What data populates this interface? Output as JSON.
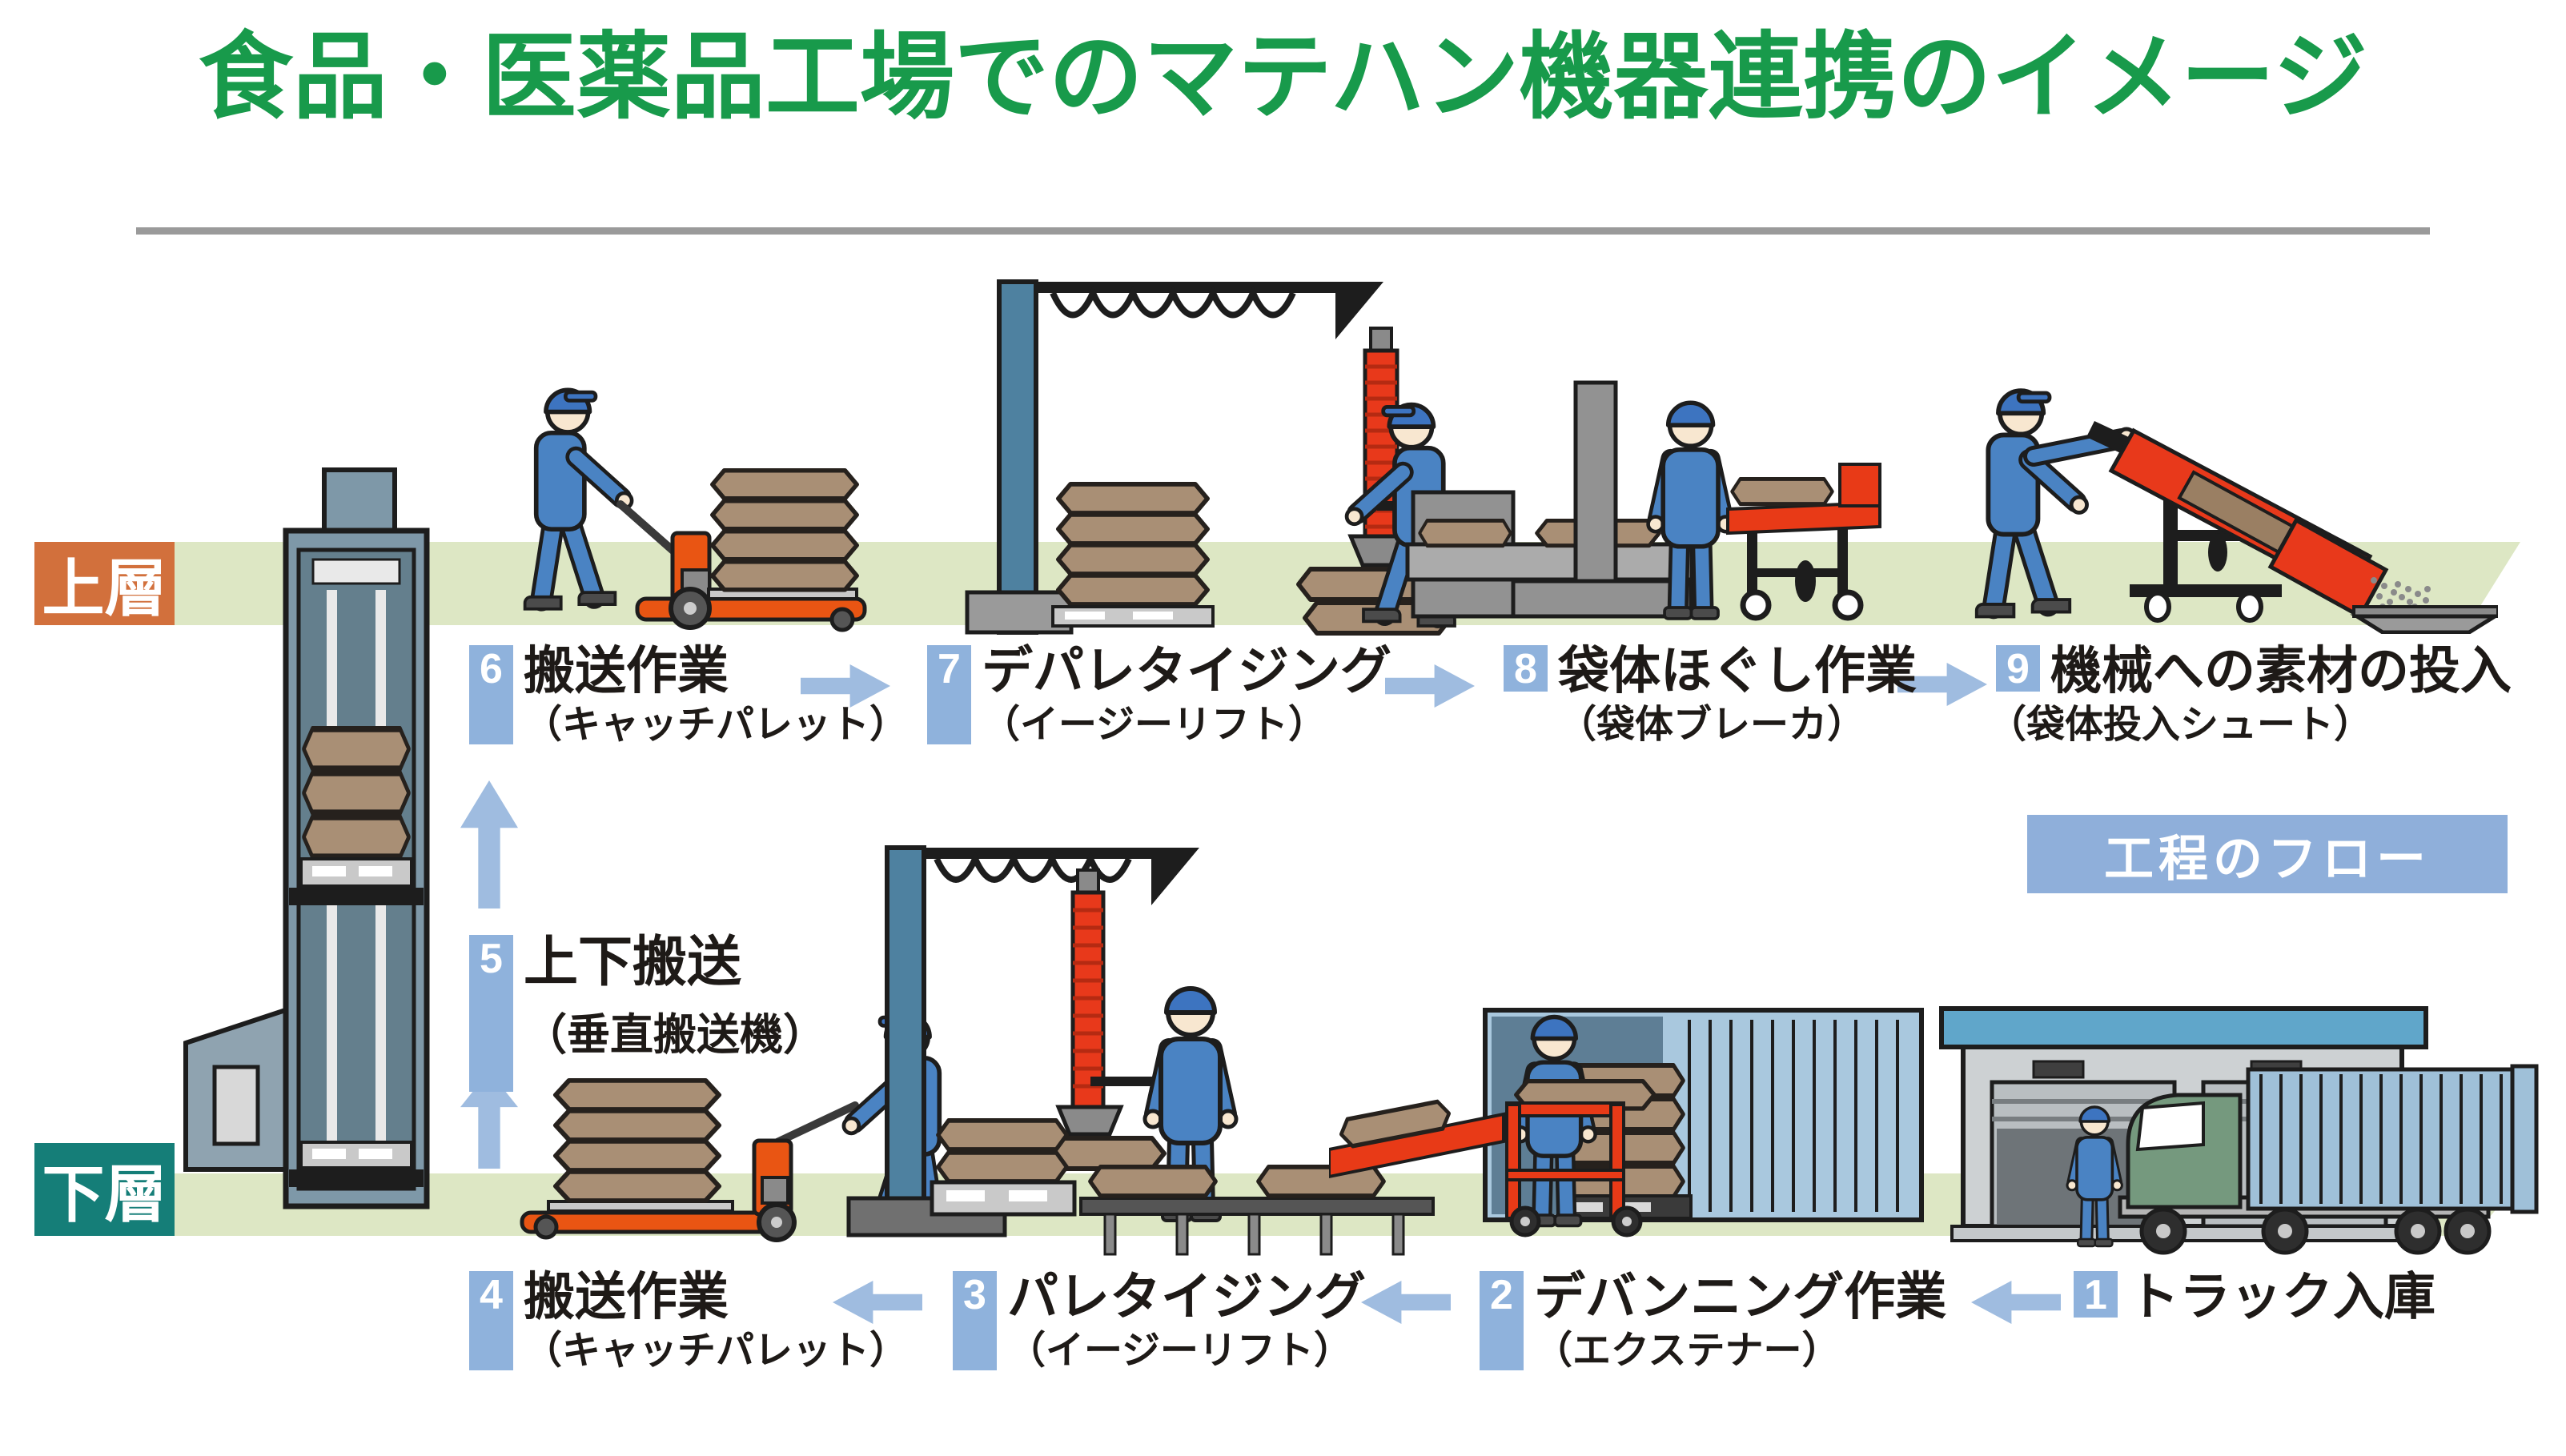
{
  "title": "食品・医薬品工場でのマテハン機器連携のイメージ",
  "layers": {
    "upper": "上層",
    "lower": "下層"
  },
  "flow_label": "工程のフロー",
  "steps": [
    {
      "num": "1",
      "label": "トラック入庫",
      "sublabel": ""
    },
    {
      "num": "2",
      "label": "デバンニング作業",
      "sublabel": "（エクステナー）"
    },
    {
      "num": "3",
      "label": "パレタイジング",
      "sublabel": "（イージーリフト）"
    },
    {
      "num": "4",
      "label": "搬送作業",
      "sublabel": "（キャッチパレット）"
    },
    {
      "num": "5",
      "label": "上下搬送",
      "sublabel": "（垂直搬送機）"
    },
    {
      "num": "6",
      "label": "搬送作業",
      "sublabel": "（キャッチパレット）"
    },
    {
      "num": "7",
      "label": "デパレタイジング",
      "sublabel": "（イージーリフト）"
    },
    {
      "num": "8",
      "label": "袋体ほぐし作業",
      "sublabel": "（袋体ブレーカ）"
    },
    {
      "num": "9",
      "label": "機械への素材の投入",
      "sublabel": "（袋体投入シュート）"
    }
  ],
  "icons": {
    "flow_right_arrow": "right-arrow",
    "flow_left_arrow": "left-arrow",
    "flow_up_arrow": "up-arrow"
  },
  "colors": {
    "title_green": "#189A4B",
    "floor_green": "#DDE7C4",
    "upper_layer_orange": "#D2703C",
    "lower_layer_teal": "#157E78",
    "step_number_blue": "#8FB2DC",
    "arrow_blue": "#9FBCE0",
    "flow_box_blue": "#8FAFDA",
    "equipment_red": "#E8391B",
    "pallet_jack_orange": "#E95513",
    "worker_uniform_blue": "#4A83C3",
    "sack_brown": "#A98F75",
    "machine_gray": "#929292",
    "container_blue": "#A9C8DE",
    "tower_gray_blue": "#7E98A8"
  }
}
